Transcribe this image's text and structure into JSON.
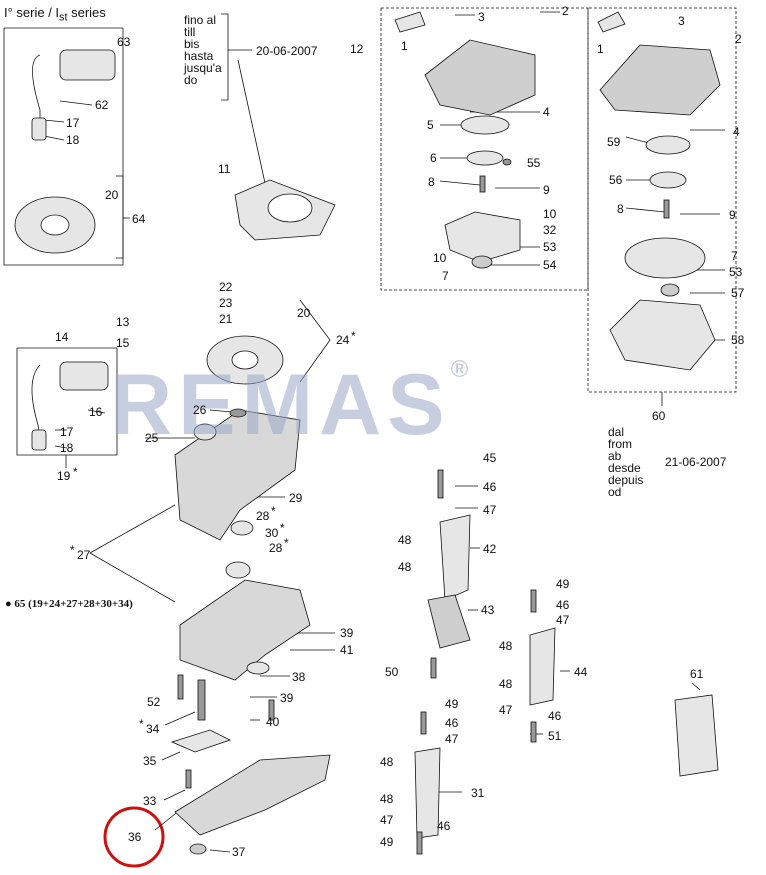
{
  "title": {
    "main": "I° serie / I",
    "sub": "st",
    "tail": " series"
  },
  "watermark": {
    "text": "REMAS",
    "reg": "®"
  },
  "note_early": {
    "lines": [
      "fino al",
      "till",
      "bis",
      "hasta",
      "jusqu'a",
      "do"
    ],
    "date": "20-06-2007"
  },
  "note_late": {
    "lines": [
      "dal",
      "from",
      "ab",
      "desde",
      "depuis",
      "od"
    ],
    "date": "21-06-2007"
  },
  "kit_formula": "● 65 (19+24+27+28+30+34)",
  "highlight": {
    "part": "36",
    "color": "#cc1111"
  },
  "labels": {
    "l1": "1",
    "l2": "2",
    "l3": "3",
    "l3b": "3",
    "l2b": "2",
    "l1b": "1",
    "l4": "4",
    "l4b": "4",
    "l5": "5",
    "l6": "6",
    "l7": "7",
    "l7b": "7",
    "l8": "8",
    "l8b": "8",
    "l9": "9",
    "l9b": "9",
    "l10": "10",
    "l10b": "10",
    "l11": "11",
    "l12": "12",
    "l13": "13",
    "l14": "14",
    "l15": "15",
    "l16": "16",
    "l17": "17",
    "l17b": "17",
    "l18": "18",
    "l18b": "18",
    "l19": "19",
    "l20": "20",
    "l20b": "20",
    "l21": "21",
    "l22": "22",
    "l23": "23",
    "l24": "24",
    "l25": "25",
    "l26": "26",
    "l27": "27",
    "l28": "28",
    "l28b": "28",
    "l29": "29",
    "l30": "30",
    "l31": "31",
    "l32": "32",
    "l33": "33",
    "l34": "34",
    "l35": "35",
    "l37": "37",
    "l38": "38",
    "l39": "39",
    "l39b": "39",
    "l40": "40",
    "l41": "41",
    "l42": "42",
    "l43": "43",
    "l44": "44",
    "l45": "45",
    "l46": "46",
    "l46b": "46",
    "l46c": "46",
    "l46d": "46",
    "l46e": "46",
    "l47": "47",
    "l47b": "47",
    "l47c": "47",
    "l47d": "47",
    "l47e": "47",
    "l48": "48",
    "l48b": "48",
    "l48c": "48",
    "l48d": "48",
    "l48e": "48",
    "l48f": "48",
    "l49": "49",
    "l49b": "49",
    "l49c": "49",
    "l50": "50",
    "l51": "51",
    "l52": "52",
    "l53": "53",
    "l53b": "53",
    "l54": "54",
    "l55": "55",
    "l56": "56",
    "l57": "57",
    "l58": "58",
    "l59": "59",
    "l60": "60",
    "l61": "61",
    "l62": "62",
    "l63": "63",
    "l64": "64"
  },
  "markers": {
    "star": "*"
  },
  "colors": {
    "ink": "#111111",
    "part_fill": "#e6e6e6",
    "part_dark": "#555555",
    "watermark": "#9aa7c8"
  }
}
